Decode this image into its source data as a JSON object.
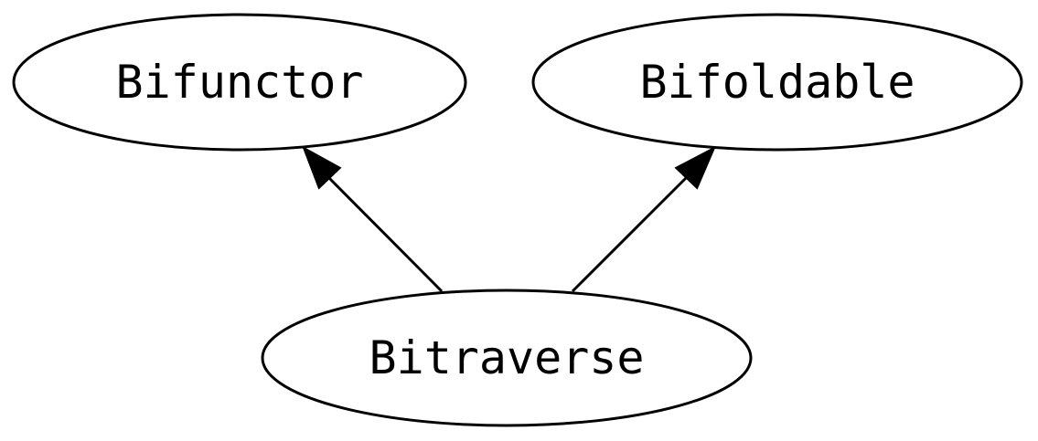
{
  "nodes": {
    "bifunctor": {
      "label": "Bifunctor"
    },
    "bifoldable": {
      "label": "Bifoldable"
    },
    "bitraverse": {
      "label": "Bitraverse"
    }
  },
  "edges": [
    {
      "from": "bitraverse",
      "to": "bifunctor"
    },
    {
      "from": "bitraverse",
      "to": "bifoldable"
    }
  ]
}
